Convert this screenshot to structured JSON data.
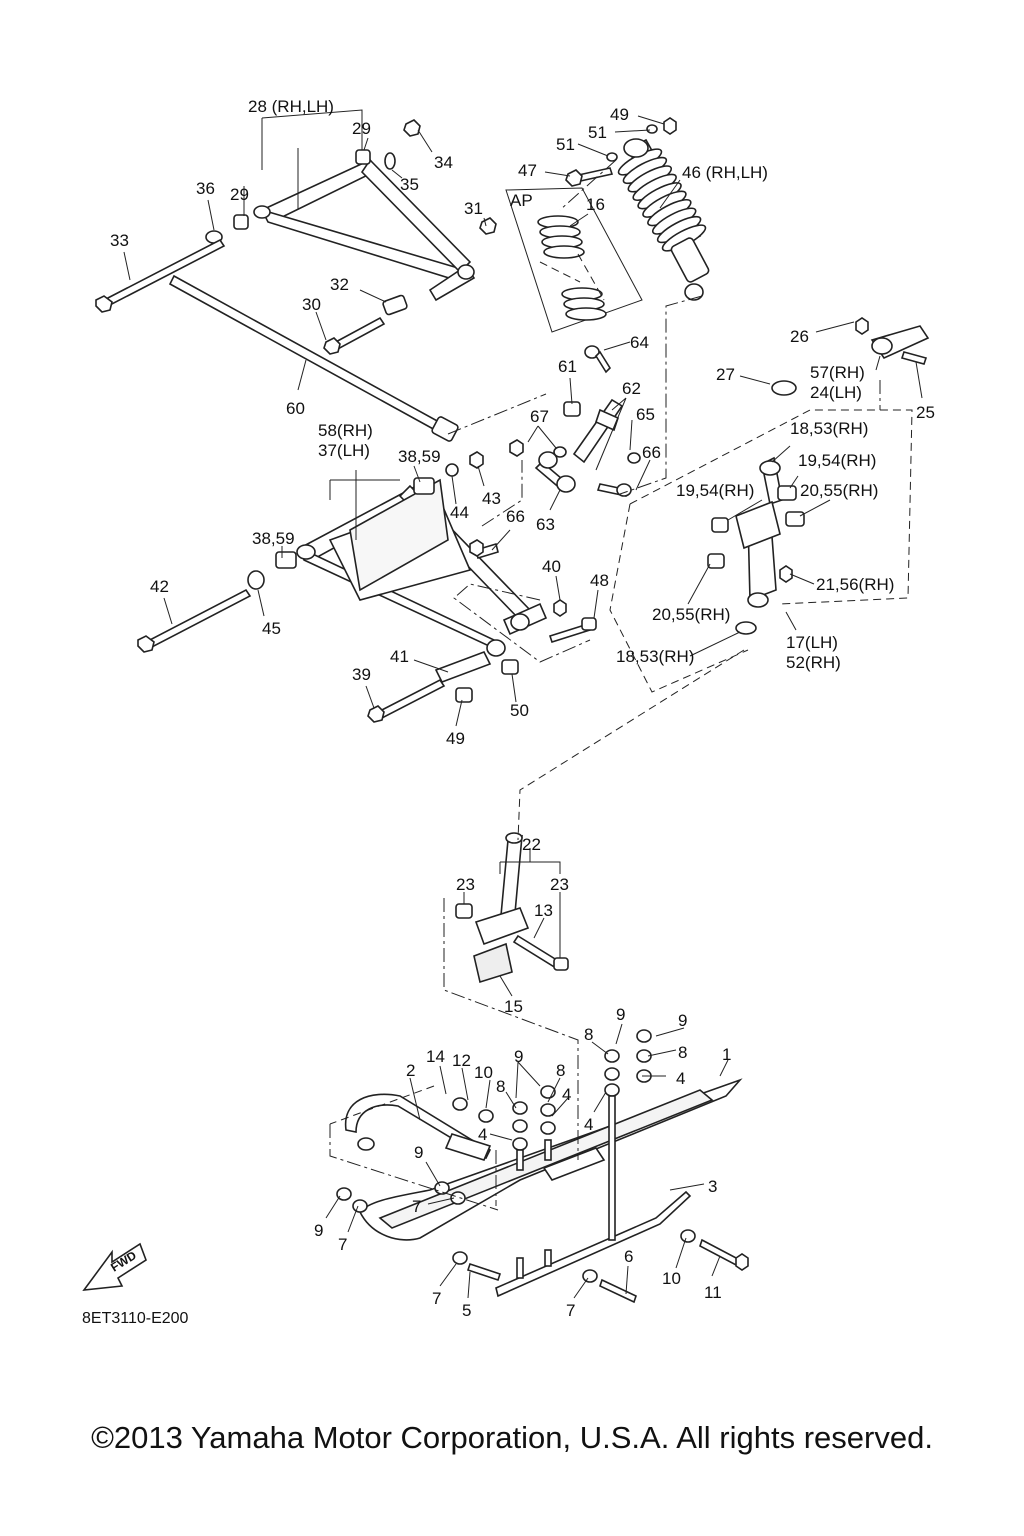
{
  "callouts": [
    {
      "id": "c28",
      "text": "28 (RH,LH)"
    },
    {
      "id": "c29a",
      "text": "29"
    },
    {
      "id": "c29b",
      "text": "29"
    },
    {
      "id": "c34",
      "text": "34"
    },
    {
      "id": "c35",
      "text": "35"
    },
    {
      "id": "c36",
      "text": "36"
    },
    {
      "id": "c33",
      "text": "33"
    },
    {
      "id": "c31",
      "text": "31"
    },
    {
      "id": "c32",
      "text": "32"
    },
    {
      "id": "c30",
      "text": "30"
    },
    {
      "id": "c60",
      "text": "60"
    },
    {
      "id": "c49a",
      "text": "49"
    },
    {
      "id": "c51a",
      "text": "51"
    },
    {
      "id": "c51b",
      "text": "51"
    },
    {
      "id": "c47",
      "text": "47"
    },
    {
      "id": "c46",
      "text": "46 (RH,LH)"
    },
    {
      "id": "cAP",
      "text": "AP"
    },
    {
      "id": "c16",
      "text": "16"
    },
    {
      "id": "c64",
      "text": "64"
    },
    {
      "id": "c61",
      "text": "61"
    },
    {
      "id": "c62",
      "text": "62"
    },
    {
      "id": "c67",
      "text": "67"
    },
    {
      "id": "c65",
      "text": "65"
    },
    {
      "id": "c66a",
      "text": "66"
    },
    {
      "id": "c63",
      "text": "63"
    },
    {
      "id": "c66b",
      "text": "66"
    },
    {
      "id": "c58",
      "text": "58(RH)"
    },
    {
      "id": "c37",
      "text": "37(LH)"
    },
    {
      "id": "c3859a",
      "text": "38,59"
    },
    {
      "id": "c44",
      "text": "44"
    },
    {
      "id": "c43",
      "text": "43"
    },
    {
      "id": "c3859b",
      "text": "38,59"
    },
    {
      "id": "c42",
      "text": "42"
    },
    {
      "id": "c45",
      "text": "45"
    },
    {
      "id": "c40",
      "text": "40"
    },
    {
      "id": "c48",
      "text": "48"
    },
    {
      "id": "c41",
      "text": "41"
    },
    {
      "id": "c39",
      "text": "39"
    },
    {
      "id": "c50",
      "text": "50"
    },
    {
      "id": "c49b",
      "text": "49"
    },
    {
      "id": "c26",
      "text": "26"
    },
    {
      "id": "c57",
      "text": "57(RH)"
    },
    {
      "id": "c24",
      "text": "24(LH)"
    },
    {
      "id": "c25",
      "text": "25"
    },
    {
      "id": "c27",
      "text": "27"
    },
    {
      "id": "c1853a",
      "text": "18,53(RH)"
    },
    {
      "id": "c1954a",
      "text": "19,54(RH)"
    },
    {
      "id": "c1954b",
      "text": "19,54(RH)"
    },
    {
      "id": "c2055a",
      "text": "20,55(RH)"
    },
    {
      "id": "c2156",
      "text": "21,56(RH)"
    },
    {
      "id": "c2055b",
      "text": "20,55(RH)"
    },
    {
      "id": "c17",
      "text": "17(LH)"
    },
    {
      "id": "c52",
      "text": "52(RH)"
    },
    {
      "id": "c1853b",
      "text": "18,53(RH)"
    },
    {
      "id": "c22",
      "text": "22"
    },
    {
      "id": "c23a",
      "text": "23"
    },
    {
      "id": "c23b",
      "text": "23"
    },
    {
      "id": "c13",
      "text": "13"
    },
    {
      "id": "c15",
      "text": "15"
    },
    {
      "id": "c9a",
      "text": "9"
    },
    {
      "id": "c9b",
      "text": "9"
    },
    {
      "id": "c8a",
      "text": "8"
    },
    {
      "id": "c8b",
      "text": "8"
    },
    {
      "id": "c1",
      "text": "1"
    },
    {
      "id": "c4a",
      "text": "4"
    },
    {
      "id": "c14",
      "text": "14"
    },
    {
      "id": "c12",
      "text": "12"
    },
    {
      "id": "c10a",
      "text": "10"
    },
    {
      "id": "c2",
      "text": "2"
    },
    {
      "id": "c9c",
      "text": "9"
    },
    {
      "id": "c8c",
      "text": "8"
    },
    {
      "id": "c8d",
      "text": "8"
    },
    {
      "id": "c4b",
      "text": "4"
    },
    {
      "id": "c4c",
      "text": "4"
    },
    {
      "id": "c4d",
      "text": "4"
    },
    {
      "id": "c3",
      "text": "3"
    },
    {
      "id": "c9d",
      "text": "9"
    },
    {
      "id": "c7a",
      "text": "7"
    },
    {
      "id": "c9e",
      "text": "9"
    },
    {
      "id": "c7b",
      "text": "7"
    },
    {
      "id": "c6",
      "text": "6"
    },
    {
      "id": "c10b",
      "text": "10"
    },
    {
      "id": "c11",
      "text": "11"
    },
    {
      "id": "c7c",
      "text": "7"
    },
    {
      "id": "c5",
      "text": "5"
    },
    {
      "id": "c7d",
      "text": "7"
    }
  ],
  "fwd_label": "FWD",
  "diagram_code": "8ET3110-E200",
  "copyright": "©2013 Yamaha Motor Corporation, U.S.A. All rights reserved."
}
